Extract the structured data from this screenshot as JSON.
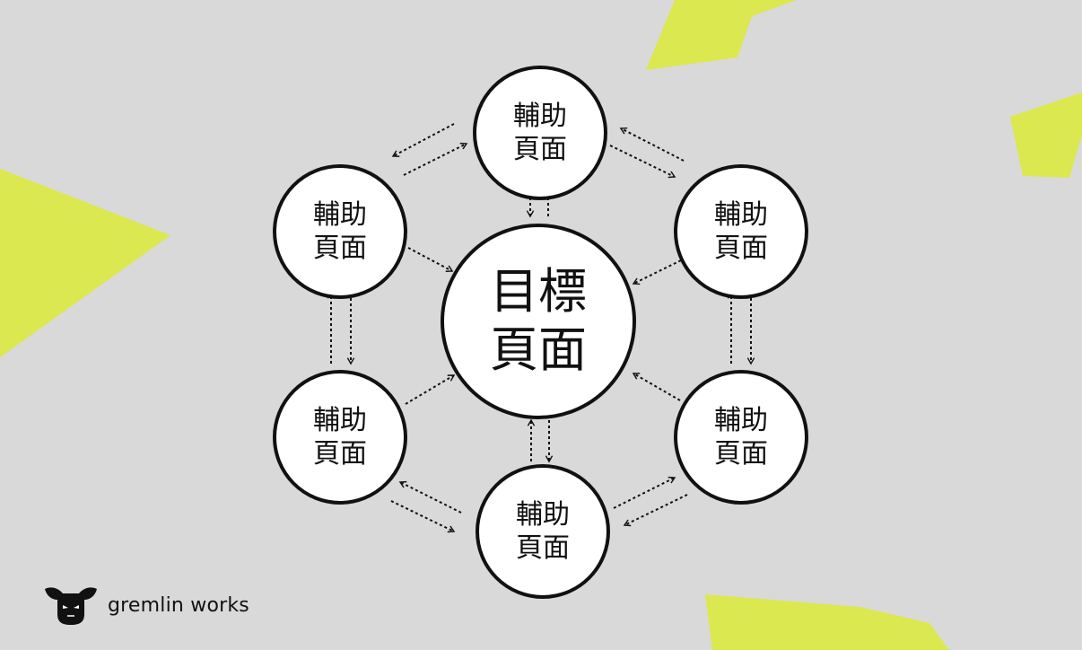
{
  "colors": {
    "background": "#d9d9d9",
    "accent": "#dbe84f",
    "stroke": "#111111",
    "node_fill": "#ffffff"
  },
  "center": {
    "line1": "目標",
    "line2": "頁面"
  },
  "satellites": [
    {
      "line1": "輔助",
      "line2": "頁面"
    },
    {
      "line1": "輔助",
      "line2": "頁面"
    },
    {
      "line1": "輔助",
      "line2": "頁面"
    },
    {
      "line1": "輔助",
      "line2": "頁面"
    },
    {
      "line1": "輔助",
      "line2": "頁面"
    },
    {
      "line1": "輔助",
      "line2": "頁面"
    }
  ],
  "brand": {
    "name": "gremlin works",
    "icon": "gremlin-icon"
  }
}
